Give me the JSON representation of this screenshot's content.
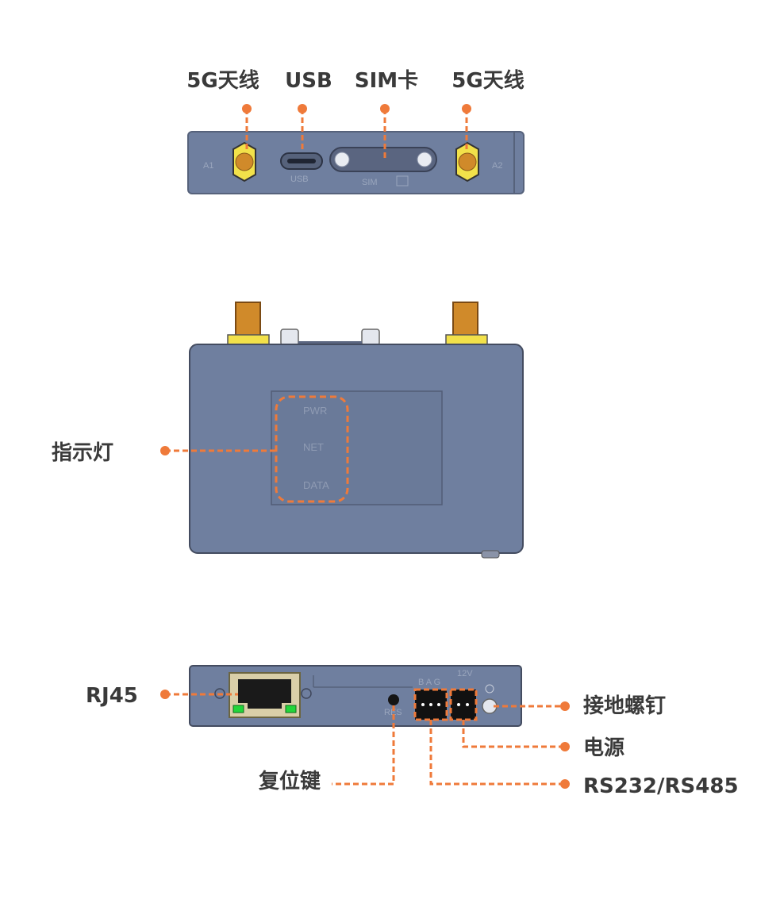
{
  "colors": {
    "body": "#6f7f9f",
    "body_dark": "#56627b",
    "leader": "#ef7a3a",
    "antenna_gold": "#d08a2a",
    "antenna_nut": "#f2e14a",
    "led_green": "#22d63a",
    "label_text": "#3a3a3a"
  },
  "top_view": {
    "callouts": [
      "5G天线",
      "USB",
      "SIM卡",
      "5G天线"
    ],
    "port_labels": {
      "a1": "A1",
      "usb": "USB",
      "sim": "SIM",
      "a2": "A2"
    }
  },
  "front_view": {
    "indicator_callout": "指示灯",
    "leds": [
      "PWR",
      "NET",
      "DATA"
    ]
  },
  "bottom_view": {
    "rj45_callout": "RJ45",
    "reset_callout": "复位键",
    "ground_callout": "接地螺钉",
    "power_callout": "电源",
    "serial_callout": "RS232/RS485",
    "serial_pins": "B A G",
    "power_pins": "12V",
    "reset_label": "RES"
  }
}
